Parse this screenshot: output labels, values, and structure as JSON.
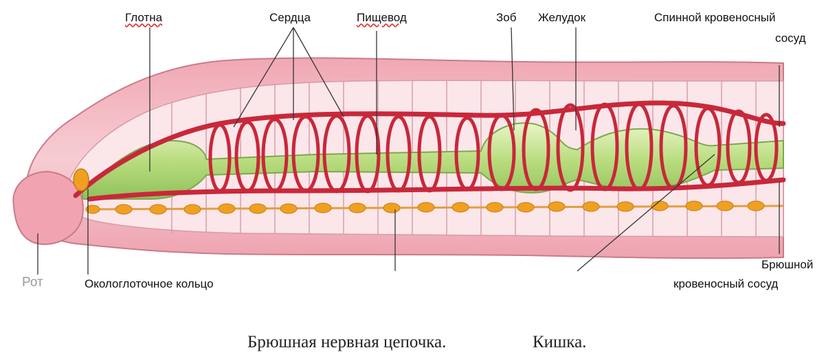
{
  "labels": {
    "pharynx": "Глотна",
    "hearts": "Сердца",
    "esophagus": "Пищевод",
    "crop": "Зоб",
    "stomach": "Желудок",
    "dorsal_vessel_1": "Спинной кровеносный",
    "dorsal_vessel_2": "сосуд",
    "mouth": "Рот",
    "nerve_ring": "Окологлоточное кольцо",
    "ventral_vessel_1": "Брюшной",
    "ventral_vessel_2": "кровеносный сосуд"
  },
  "captions": {
    "nerve_chain": "Брюшная нервная цепочка.",
    "intestine": "Кишка."
  },
  "colors": {
    "body_outer": "#f3b7bf",
    "body_inner": "#f8d6dc",
    "vessel": "#c8283a",
    "gut": "#c9e59a",
    "nerve": "#f0a020"
  }
}
